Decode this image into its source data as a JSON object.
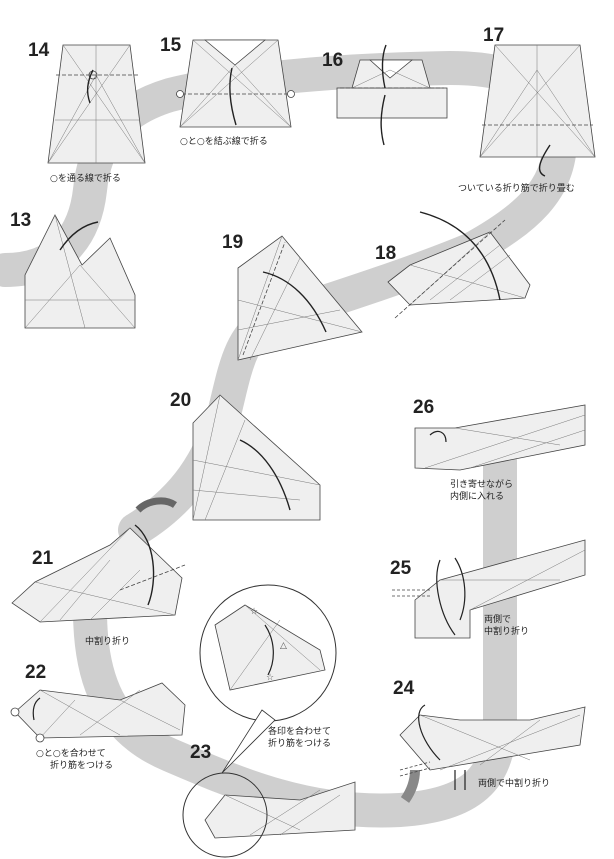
{
  "steps": [
    {
      "num": "13"
    },
    {
      "num": "14"
    },
    {
      "num": "15"
    },
    {
      "num": "16"
    },
    {
      "num": "17"
    },
    {
      "num": "18"
    },
    {
      "num": "19"
    },
    {
      "num": "20"
    },
    {
      "num": "21"
    },
    {
      "num": "22"
    },
    {
      "num": "23"
    },
    {
      "num": "24"
    },
    {
      "num": "25"
    },
    {
      "num": "26"
    }
  ],
  "captions": {
    "c14": "○を通る線で折る",
    "c15": "○と○を結ぶ線で折る",
    "c17": "ついている折り筋で折り畳む",
    "c21": "中割り折り",
    "c22_1": "○と○を合わせて",
    "c22_2": "折り筋をつける",
    "c23_1": "各印を合わせて",
    "c23_2": "折り筋をつける",
    "c24": "両側で中割り折り",
    "c25_1": "両側で",
    "c25_2": "中割り折り",
    "c26_1": "引き寄せながら",
    "c26_2": "内側に入れる"
  },
  "colors": {
    "path": "#c9c9c9",
    "paper": "#efefef",
    "ink": "#333333"
  }
}
